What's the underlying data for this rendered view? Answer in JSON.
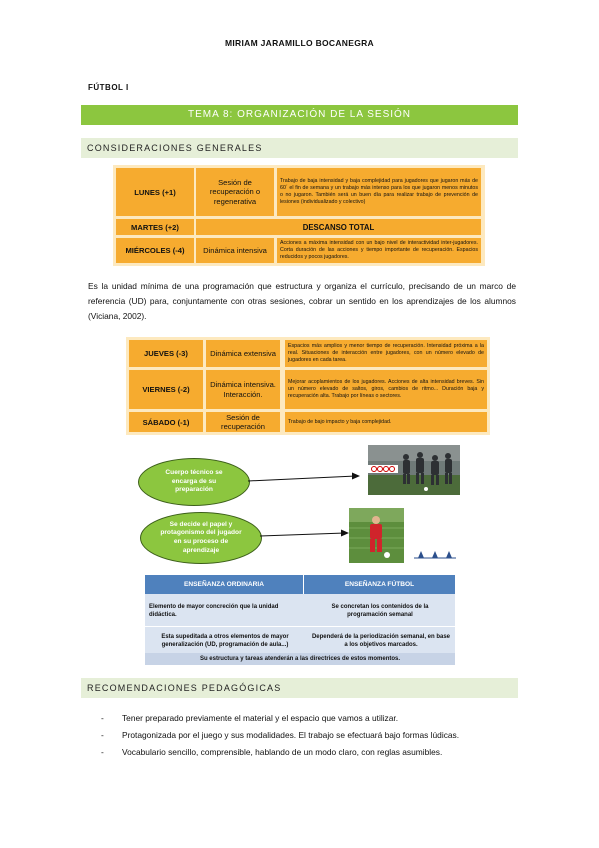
{
  "header": {
    "author": "MIRIAM JARAMILLO BOCANEGRA",
    "subject": "FÚTBOL I"
  },
  "title": "TEMA 8: ORGANIZACIÓN DE LA SESIÓN",
  "section1": {
    "heading": "CONSIDERACIONES GENERALES"
  },
  "schedule1": [
    {
      "day": "LUNES (+1)",
      "session": "Sesión de recuperación o regenerativa",
      "desc": "Trabajo de baja intensidad y baja complejidad para jugadores que jugaron más de 60´ el fin de semana y un trabajo más intenso para los que jugaron menos minutos o no jugaron. También será un buen día para realizar trabajo de prevención de lesiones (individualizado y colectivo)"
    },
    {
      "day": "MARTES (+2)",
      "span": "DESCANSO TOTAL"
    },
    {
      "day": "MIÉRCOLES (-4)",
      "session": "Dinámica intensiva",
      "desc": "Acciones a máxima intensidad con un bajo nivel de interactividad inter-jugadores. Corta duración de las acciones y tiempo importante de recuperación. Espacios reducidos y pocos jugadores."
    }
  ],
  "paragraph": "Es la unidad mínima de una programación que estructura y organiza el currículo, precisando de un marco de referencia (UD) para, conjuntamente con otras sesiones, cobrar un sentido en los aprendizajes de los alumnos (Viciana, 2002).",
  "schedule2": [
    {
      "day": "JUEVES (-3)",
      "session": "Dinámica extensiva",
      "desc": "Espacios más amplios y menor tiempo de recuperación. Intensidad próxima a la real. Situaciones de interacción entre jugadores, con un número elevado de jugadores en cada tarea."
    },
    {
      "day": "VIERNES (-2)",
      "session": "Dinámica intensiva. Interacción.",
      "desc": "Mejorar acoplamientos de los jugadores. Acciones de alta intensidad breves. Sin un número elevado de saltos, giros, cambios de ritmo... Duración baja y recuperación alta. Trabajo por líneas o sectores."
    },
    {
      "day": "SÁBADO (-1)",
      "session": "Sesión de recuperación",
      "desc": "Trabajo de bajo impacto y baja complejidad."
    }
  ],
  "diagram": {
    "oval1": "Cuerpo técnico se encarga de su preparación",
    "oval2": "Se decide el papel y protagonismo del jugador en su proceso de aprendizaje"
  },
  "ensenanza": {
    "col1_header": "ENSEÑANZA ORDINARIA",
    "col2_header": "ENSEÑANZA FÚTBOL",
    "rows": [
      {
        "left": "Elemento de mayor concreción que la unidad didáctica.",
        "right": "Se concretan los contenidos de la programación semanal"
      },
      {
        "left": "Esta supeditada a otros elementos de mayor generalización (UD, programación de aula...)",
        "right": "Dependerá de la periodización semanal, en base a los objetivos marcados."
      }
    ],
    "footer": "Su estructura y tareas atenderán a las directrices de estos momentos."
  },
  "section2": {
    "heading": "RECOMENDACIONES PEDAGÓGICAS"
  },
  "recommendations": [
    "Tener preparado previamente el material y el espacio que vamos a utilizar.",
    "Protagonizada por el juego y sus modalidades. El trabajo se efectuará bajo formas lúdicas.",
    "Vocabulario sencillo, comprensible, hablando de un modo claro, con reglas asumibles."
  ],
  "colors": {
    "green": "#8cc63f",
    "green_light": "#e6efd8",
    "orange": "#f6ab2f",
    "orange_light": "#fde9bf",
    "blue": "#4f81bd",
    "blue_light": "#dbe4f1"
  }
}
